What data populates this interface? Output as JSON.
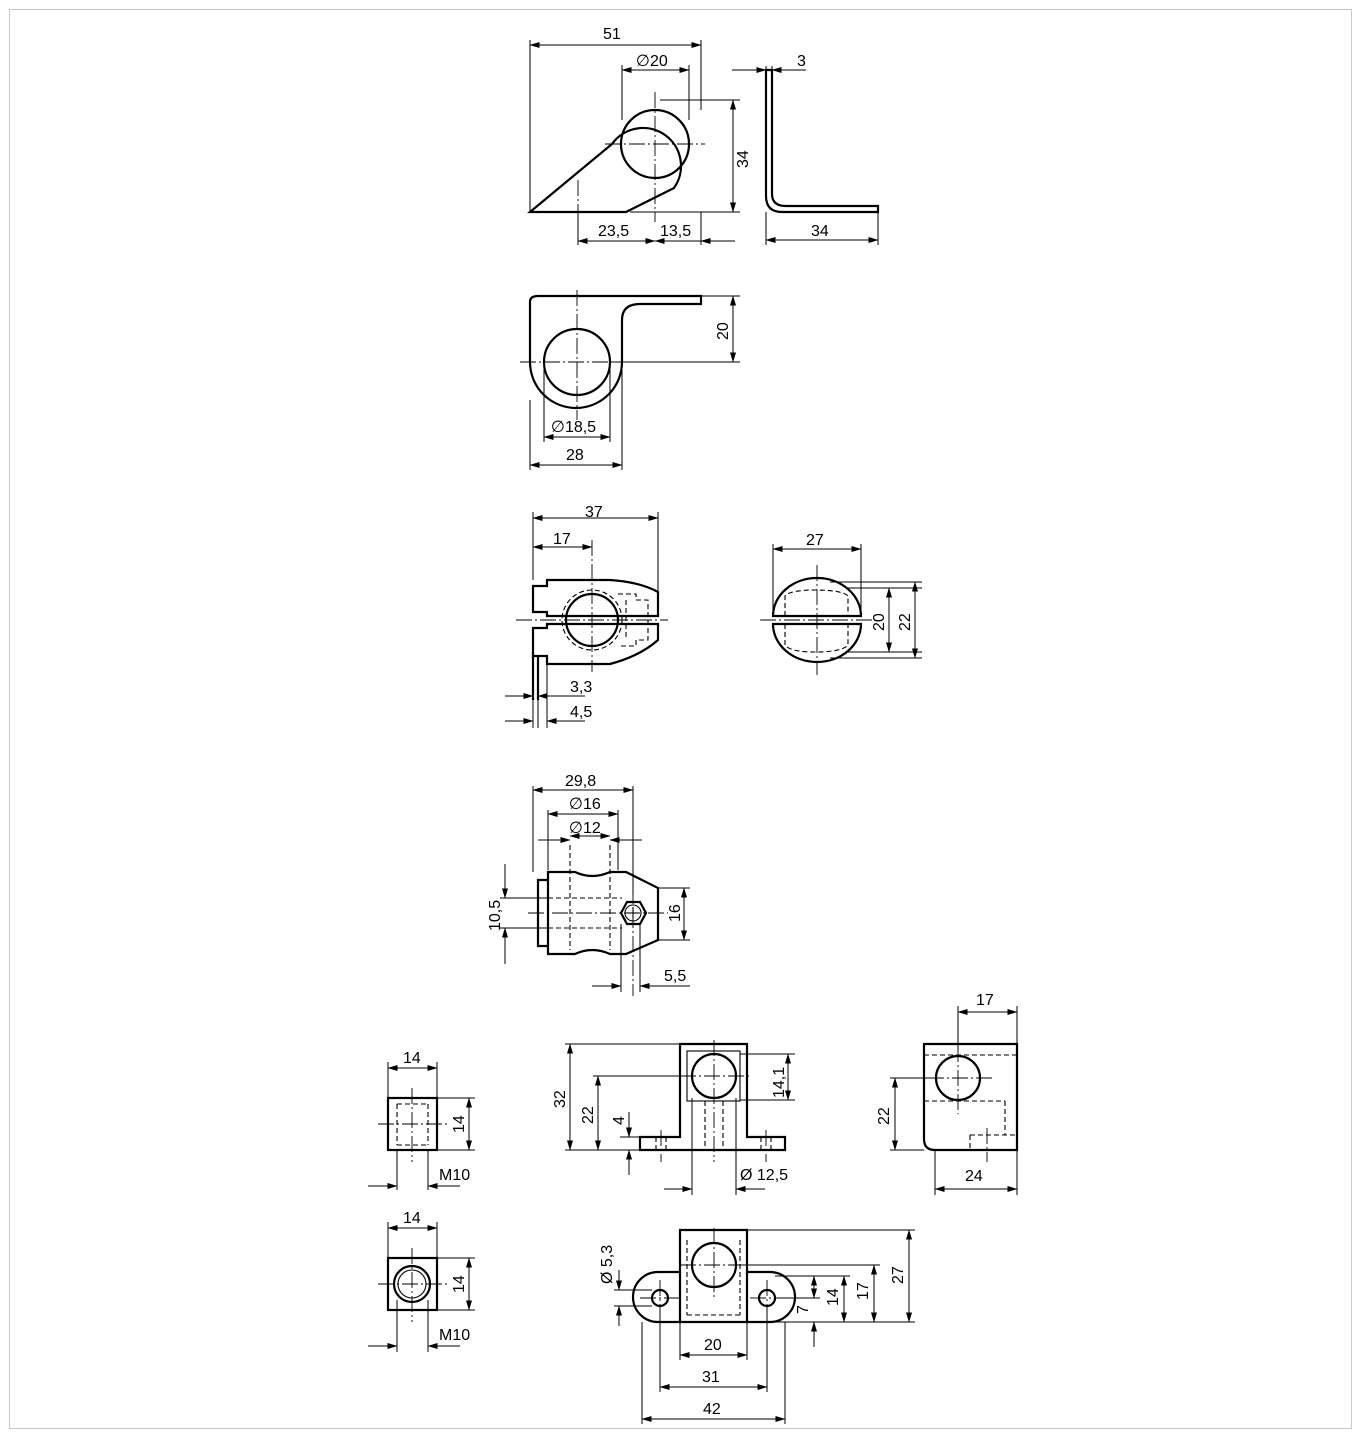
{
  "dims": {
    "b1_width": "51",
    "b1_hole": "∅20",
    "b1_thickness": "3",
    "b1_height": "34",
    "b1_left": "23,5",
    "b1_right": "13,5",
    "b1_side_len": "34",
    "b2_height": "20",
    "b2_hole": "∅18,5",
    "b2_width": "28",
    "c_len": "37",
    "c_offset": "17",
    "c_w33": "3,3",
    "c_w45": "4,5",
    "c_dia": "27",
    "c_h20": "20",
    "c_h22": "22",
    "d_len": "29,8",
    "d_d16": "∅16",
    "d_d12": "∅12",
    "d_h105": "10,5",
    "d_h16": "16",
    "d_w55": "5,5",
    "e_w14": "14",
    "e_h14": "14",
    "e_m10": "M10",
    "f_h32": "32",
    "f_h22": "22",
    "f_h4": "4",
    "f_h141": "14,1",
    "f_d125": "Ø 12,5",
    "g_w17": "17",
    "g_h22": "22",
    "g_w24": "24",
    "h_w14": "14",
    "h_h14": "14",
    "h_m10": "M10",
    "i_d53": "Ø 5,3",
    "i_h7": "7",
    "i_h14": "14",
    "i_h17": "17",
    "i_h27": "27",
    "i_w20": "20",
    "i_w31": "31",
    "i_w42": "42"
  }
}
